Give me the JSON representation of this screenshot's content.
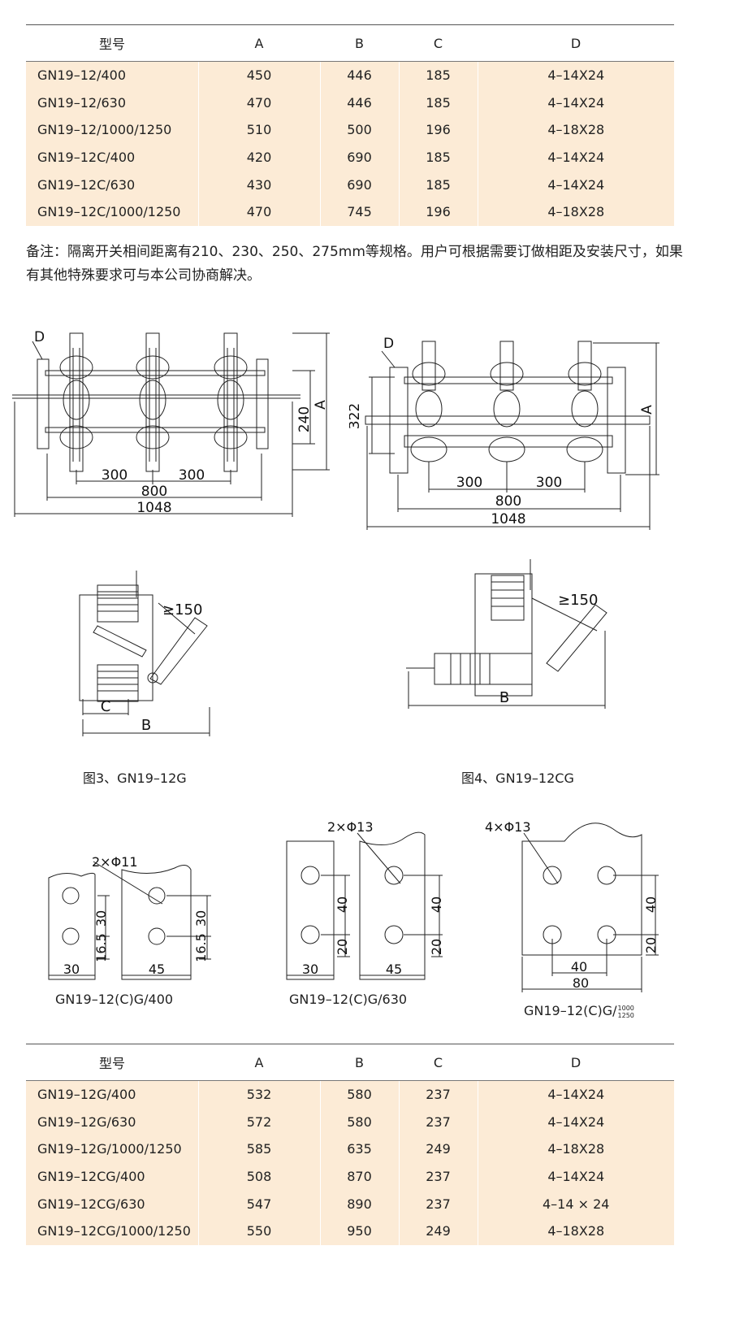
{
  "table1": {
    "headers": [
      "型号",
      "A",
      "B",
      "C",
      "D"
    ],
    "rows": [
      [
        "GN19–12/400",
        "450",
        "446",
        "185",
        "4–14X24"
      ],
      [
        "GN19–12/630",
        "470",
        "446",
        "185",
        "4–14X24"
      ],
      [
        "GN19–12/1000/1250",
        "510",
        "500",
        "196",
        "4–18X28"
      ],
      [
        "GN19–12C/400",
        "420",
        "690",
        "185",
        "4–14X24"
      ],
      [
        "GN19–12C/630",
        "430",
        "690",
        "185",
        "4–14X24"
      ],
      [
        "GN19–12C/1000/1250",
        "470",
        "745",
        "196",
        "4–18X28"
      ]
    ]
  },
  "note": "备注：隔离开关相间距离有210、230、250、275mm等规格。用户可根据需要订做相距及安装尺寸，如果有其他特殊要求可与本公司协商解决。",
  "figure1": {
    "label_d": "D",
    "dim_240": "240",
    "dim_a": "A",
    "dim_300a": "300",
    "dim_300b": "300",
    "dim_800": "800",
    "dim_1048": "1048"
  },
  "figure2": {
    "label_d": "D",
    "dim_322": "322",
    "dim_a": "A",
    "dim_300a": "300",
    "dim_300b": "300",
    "dim_800": "800",
    "dim_1048": "1048"
  },
  "figure3": {
    "clearance": "≥150",
    "dim_c": "C",
    "dim_b": "B",
    "caption": "图3、GN19–12G"
  },
  "figure4": {
    "clearance": "≥150",
    "dim_b": "B",
    "caption": "图4、GN19–12CG"
  },
  "terminal400": {
    "holes": "2×Φ11",
    "dim_30v": "30",
    "dim_16_5": "16.5",
    "dim_30h": "30",
    "dim_45h": "45",
    "caption": "GN19–12(C)G/400"
  },
  "terminal630": {
    "holes": "2×Φ13",
    "dim_40v": "40",
    "dim_20v": "20",
    "dim_30h": "30",
    "dim_45h": "45",
    "caption": "GN19–12(C)G/630"
  },
  "terminal1000": {
    "holes": "4×Φ13",
    "dim_40v": "40",
    "dim_20v": "20",
    "dim_40h": "40",
    "dim_80h": "80",
    "caption": "GN19–12(C)G/",
    "frac_top": "1000",
    "frac_bottom": "1250"
  },
  "table2": {
    "headers": [
      "型号",
      "A",
      "B",
      "C",
      "D"
    ],
    "rows": [
      [
        "GN19–12G/400",
        "532",
        "580",
        "237",
        "4–14X24"
      ],
      [
        "GN19–12G/630",
        "572",
        "580",
        "237",
        "4–14X24"
      ],
      [
        "GN19–12G/1000/1250",
        "585",
        "635",
        "249",
        "4–18X28"
      ],
      [
        "GN19–12CG/400",
        "508",
        "870",
        "237",
        "4–14X24"
      ],
      [
        "GN19–12CG/630",
        "547",
        "890",
        "237",
        "4–14 × 24"
      ],
      [
        "GN19–12CG/1000/1250",
        "550",
        "950",
        "249",
        "4–18X28"
      ]
    ]
  }
}
